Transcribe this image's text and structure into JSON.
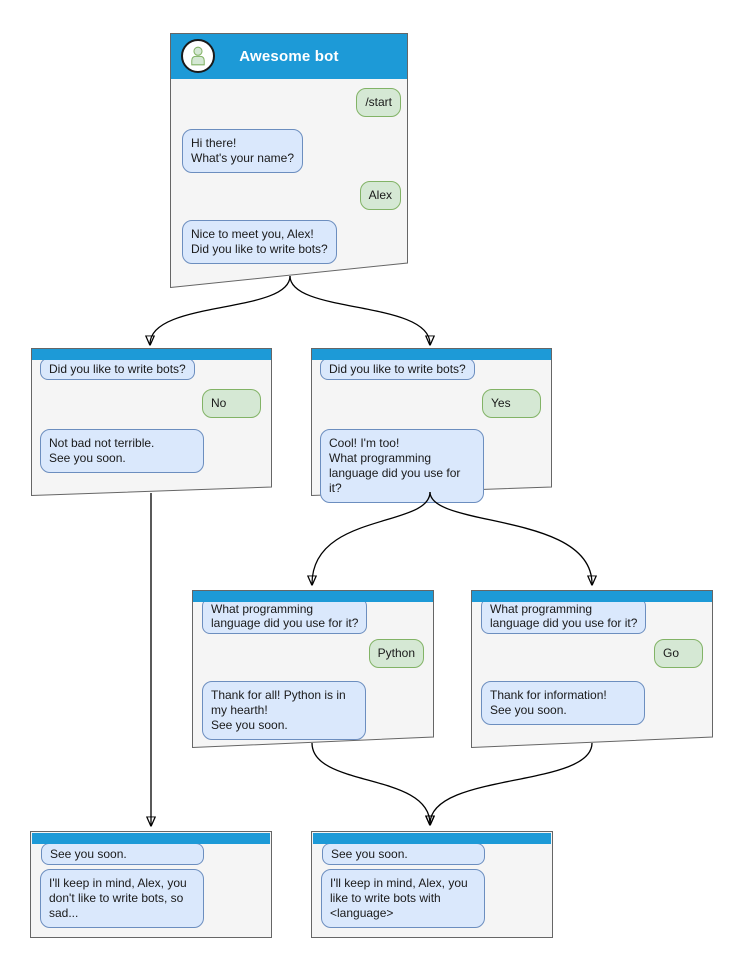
{
  "colors": {
    "header_blue": "#1D9AD7",
    "panel_fill": "#F5F5F5",
    "panel_border": "#666666",
    "bot_bubble_fill": "#DAE8FC",
    "bot_bubble_border": "#6C8EBF",
    "user_bubble_fill": "#D5E8D4",
    "user_bubble_border": "#82B366",
    "connector": "#000000"
  },
  "main_chat": {
    "title": "Awesome bot",
    "avatar_icon": "user-avatar-icon",
    "messages": {
      "start": "/start",
      "greeting": "Hi there!\nWhat's your name?",
      "name_reply": "Alex",
      "meet": "Nice to meet you, Alex!\nDid you like to write bots?"
    }
  },
  "no_branch": {
    "question": "Did you like to write bots?",
    "answer": "No",
    "reply": "Not bad not terrible.\nSee you soon."
  },
  "yes_branch": {
    "question": "Did you like to write bots?",
    "answer": "Yes",
    "reply": "Cool! I'm too!\nWhat programming\nlanguage did you use for it?"
  },
  "python_branch": {
    "question": "What programming\nlanguage did you use for it?",
    "answer": "Python",
    "reply": "Thank for all! Python is in\nmy hearth!\nSee you soon."
  },
  "go_branch": {
    "question": "What programming\nlanguage did you use for it?",
    "answer": "Go",
    "reply": "Thank for information!\nSee you soon."
  },
  "end_no": {
    "message": "See you soon.",
    "reply": "I'll keep in mind, Alex, you\ndon't like to write bots, so\nsad..."
  },
  "end_yes": {
    "message": "See you soon.",
    "reply": "I'll keep in mind, Alex, you\nlike to write bots with\n<language>"
  }
}
